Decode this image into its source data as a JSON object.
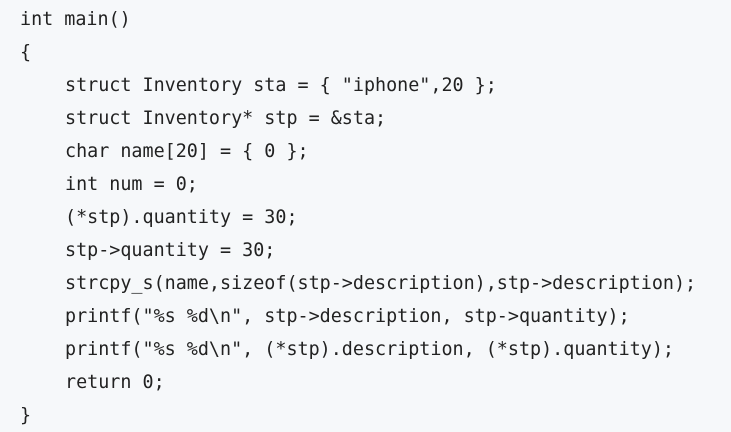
{
  "code": {
    "lines": [
      "int main()",
      "{",
      "struct Inventory sta = { \"iphone\",20 };",
      "struct Inventory* stp = &sta;",
      "char name[20] = { 0 };",
      "int num = 0;",
      "(*stp).quantity = 30;",
      "stp->quantity = 30;",
      "strcpy_s(name,sizeof(stp->description),stp->description);",
      "printf(\"%s %d\\n\", stp->description, stp->quantity);",
      "printf(\"%s %d\\n\", (*stp).description, (*stp).quantity);",
      "return 0;",
      "}"
    ]
  },
  "colors": {
    "background": "#f6f8fa",
    "text": "#222222"
  }
}
